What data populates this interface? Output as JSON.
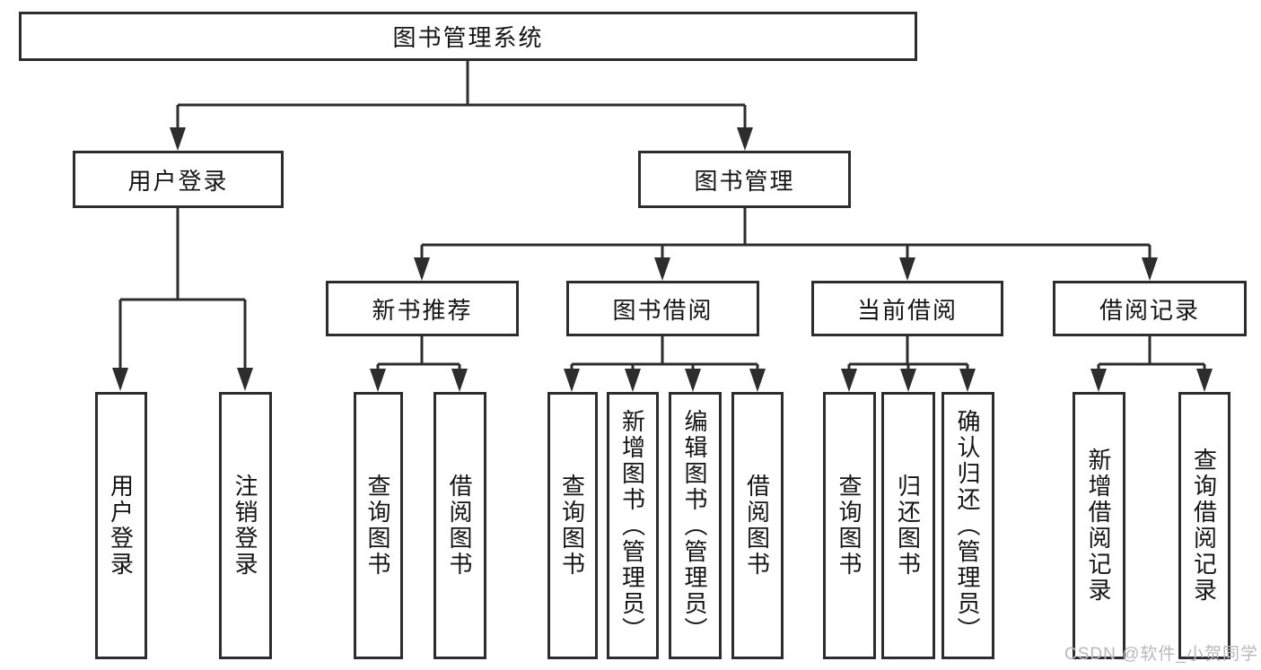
{
  "tree": {
    "root": "图书管理系统",
    "branches": [
      {
        "label": "用户登录",
        "children": [
          {
            "label": "用户登录"
          },
          {
            "label": "注销登录"
          }
        ]
      },
      {
        "label": "图书管理",
        "children": [
          {
            "label": "新书推荐",
            "children": [
              {
                "label": "查询图书"
              },
              {
                "label": "借阅图书"
              }
            ]
          },
          {
            "label": "图书借阅",
            "children": [
              {
                "label": "查询图书"
              },
              {
                "label": "新增图书（管理员）"
              },
              {
                "label": "编辑图书（管理员）"
              },
              {
                "label": "借阅图书"
              }
            ]
          },
          {
            "label": "当前借阅",
            "children": [
              {
                "label": "查询图书"
              },
              {
                "label": "归还图书"
              },
              {
                "label": "确认归还（管理员）"
              }
            ]
          },
          {
            "label": "借阅记录",
            "children": [
              {
                "label": "新增借阅记录"
              },
              {
                "label": "查询借阅记录"
              }
            ]
          }
        ]
      }
    ]
  },
  "watermark": {
    "text": "CSDN @软件_小贺同学"
  },
  "colors": {
    "line": "#2d2d2d",
    "box_border": "#2d2d2d",
    "text": "#141414",
    "background": "#ffffff",
    "watermark": "#b9b9b9"
  }
}
